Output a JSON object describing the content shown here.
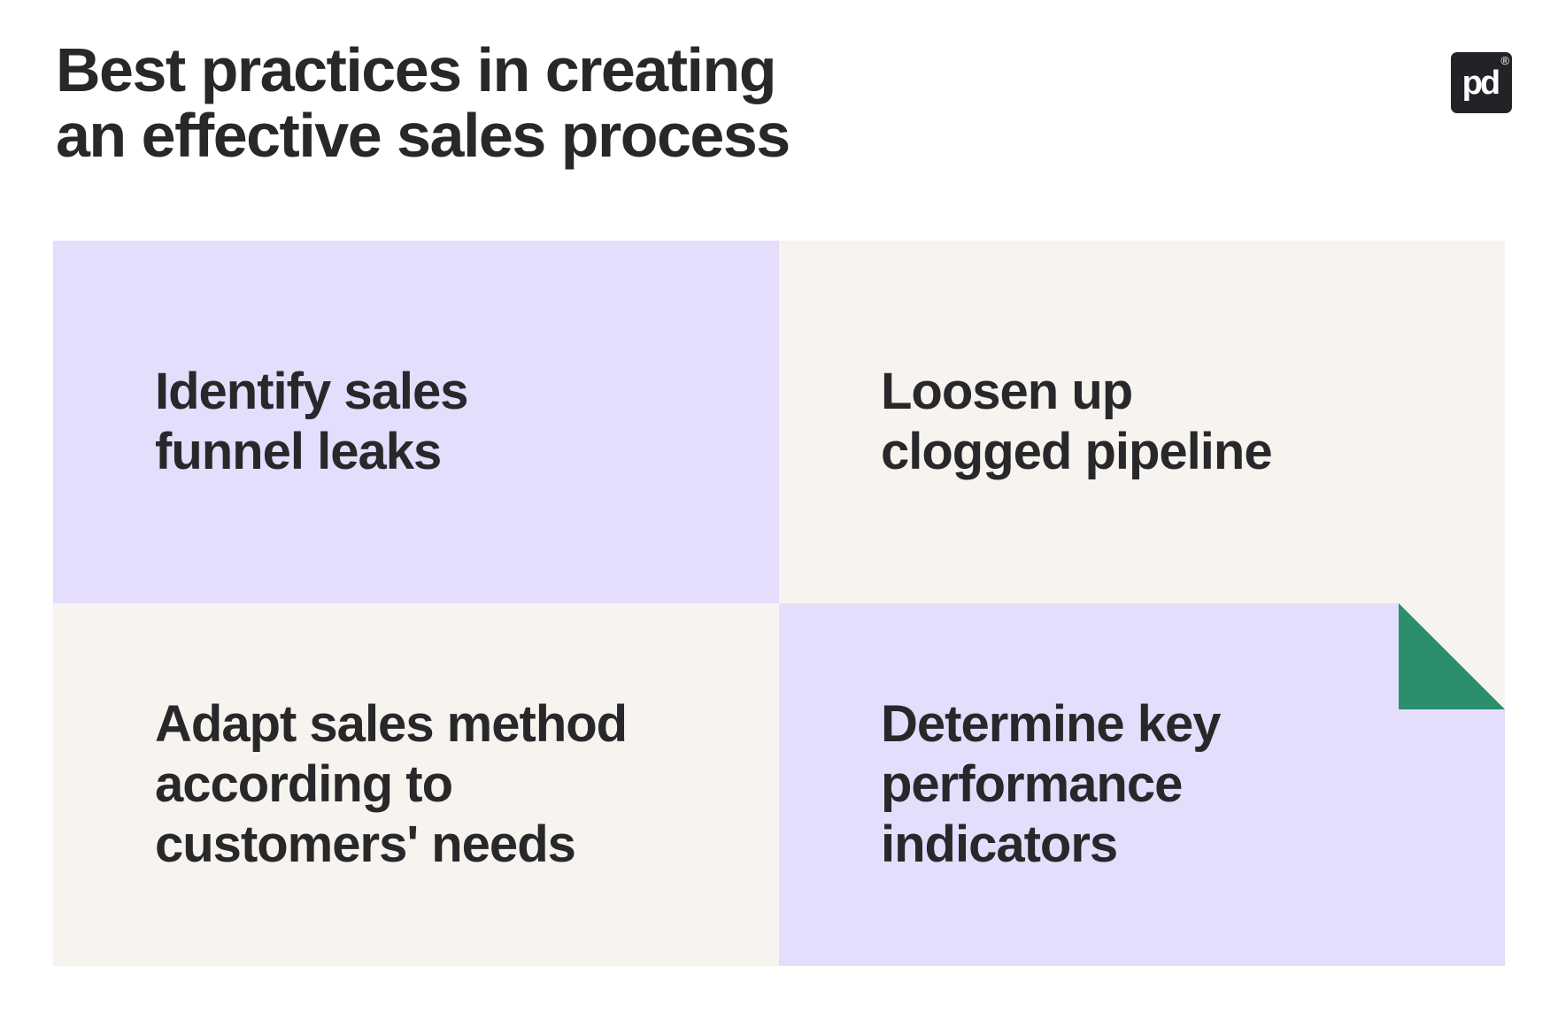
{
  "title": {
    "line1": "Best practices in creating",
    "line2": "an effective sales process"
  },
  "logo": {
    "monogram": "pd",
    "registered_mark": "®",
    "background": "#232227"
  },
  "colors": {
    "page_background": "#ffffff",
    "lavender": "#e4ddfb",
    "cream": "#f7f3ee",
    "fold_green": "#2b8e6f",
    "text_dark": "#28282b"
  },
  "quadrants": [
    {
      "id": "identify-sales-funnel-leaks",
      "background": "lavender",
      "lines": [
        "Identify sales",
        "funnel leaks"
      ]
    },
    {
      "id": "loosen-up-clogged-pipeline",
      "background": "cream",
      "lines": [
        "Loosen up",
        "clogged pipeline"
      ]
    },
    {
      "id": "adapt-sales-method",
      "background": "cream",
      "lines": [
        "Adapt sales method",
        "according to",
        "customers' needs"
      ]
    },
    {
      "id": "determine-key-performance-indicators",
      "background": "lavender",
      "lines": [
        "Determine key",
        "performance",
        "indicators"
      ],
      "folded_corner": true
    }
  ]
}
